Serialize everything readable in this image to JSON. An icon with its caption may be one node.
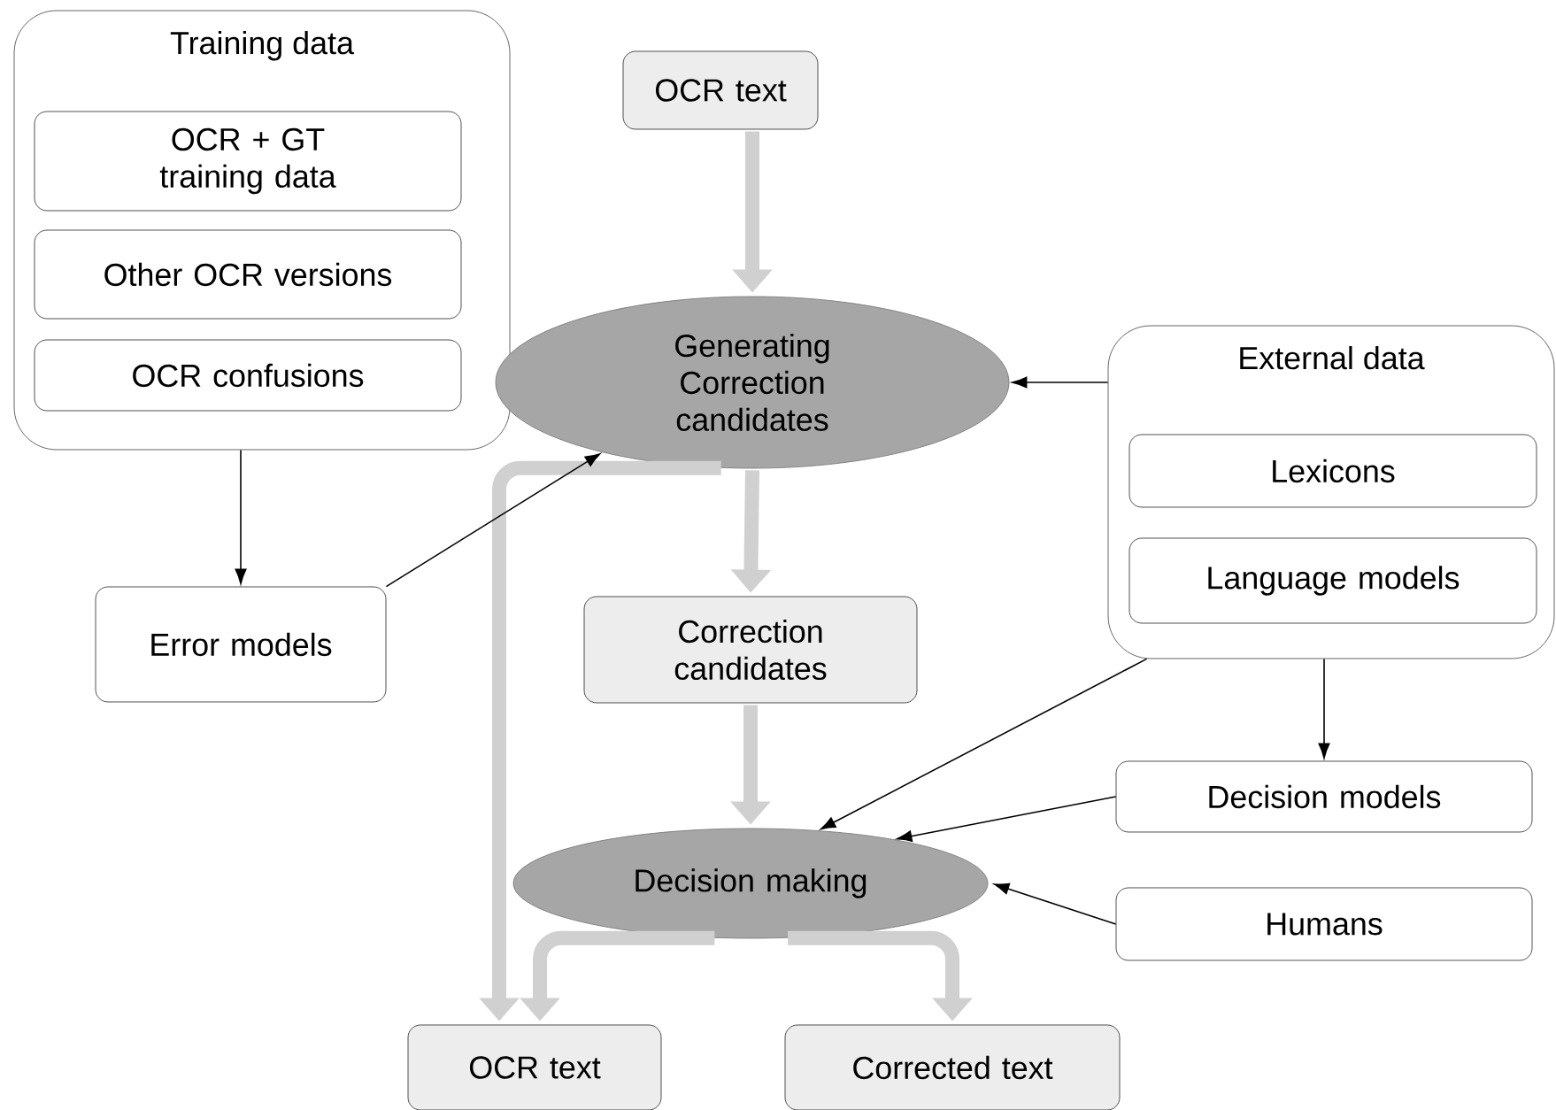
{
  "diagram": {
    "nodes": [
      {
        "text": [
          "Training data"
        ]
      },
      {
        "text": [
          "OCR + GT training data"
        ],
        "in": 0
      },
      {
        "text": [
          "Other OCR versions"
        ],
        "in": 0
      },
      {
        "text": [
          "OCR confusions"
        ],
        "in": 0
      },
      {
        "text": [
          "OCR text"
        ]
      },
      {
        "text": [
          "Generating Correction candidates"
        ]
      },
      {
        "text": [
          "External data"
        ]
      },
      {
        "text": [
          "Lexicons"
        ],
        "in": 6
      },
      {
        "text": [
          "Language models"
        ],
        "in": 6
      },
      {
        "text": [
          "Error models"
        ]
      },
      {
        "text": [
          "Correction candidates"
        ]
      },
      {
        "text": [
          "Decision models"
        ]
      },
      {
        "text": [
          "Decision making"
        ]
      },
      {
        "text": [
          "Humans"
        ]
      },
      {
        "text": [
          "OCR text"
        ]
      },
      {
        "text": [
          "Corrected text"
        ]
      }
    ],
    "edges": [
      {
        "from": 4,
        "to": 5,
        "arrow": "to",
        "style": "thick",
        "color": "#d0d0d0"
      },
      {
        "from": 5,
        "to": 10,
        "arrow": "to",
        "style": "thick",
        "color": "#d0d0d0"
      },
      {
        "from": 10,
        "to": 12,
        "arrow": "to",
        "style": "thick",
        "color": "#d0d0d0"
      },
      {
        "from": 5,
        "to": 14,
        "arrow": "to",
        "style": "thick",
        "color": "#d0d0d0"
      },
      {
        "from": 12,
        "to": 14,
        "arrow": "to",
        "style": "thick",
        "color": "#d0d0d0"
      },
      {
        "from": 12,
        "to": 15,
        "arrow": "to",
        "style": "thick",
        "color": "#d0d0d0"
      },
      {
        "from": 0,
        "to": 9,
        "arrow": "to"
      },
      {
        "from": 9,
        "to": 5,
        "arrow": "to"
      },
      {
        "from": 6,
        "to": 5,
        "arrow": "to"
      },
      {
        "from": 6,
        "to": 12,
        "arrow": "to"
      },
      {
        "from": 6,
        "to": 11,
        "arrow": "to"
      },
      {
        "from": 11,
        "to": 12,
        "arrow": "to"
      },
      {
        "from": 13,
        "to": 12,
        "arrow": "to"
      }
    ]
  }
}
